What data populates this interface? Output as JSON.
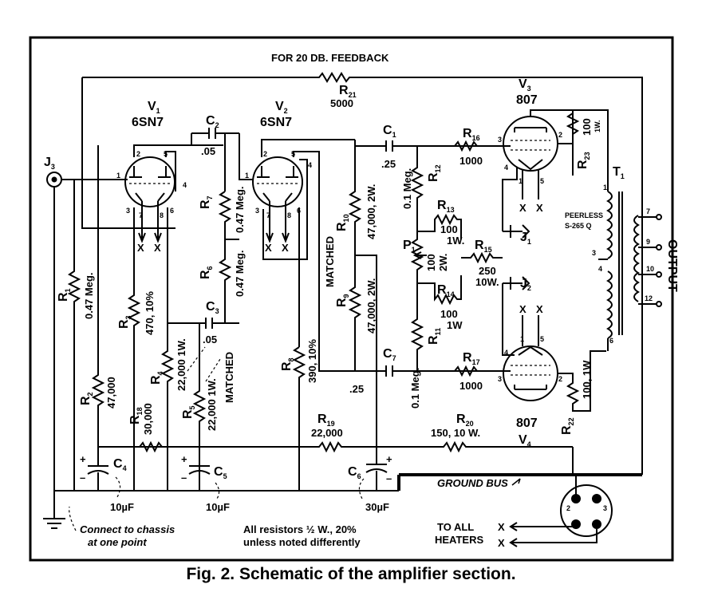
{
  "caption": "Fig. 2. Schematic of the amplifier section.",
  "feedback_label": "FOR 20 DB. FEEDBACK",
  "tubes": [
    {
      "ref": "V",
      "sub": "1",
      "type": "6SN7"
    },
    {
      "ref": "V",
      "sub": "2",
      "type": "6SN7"
    },
    {
      "ref": "V",
      "sub": "3",
      "type": "807"
    },
    {
      "ref": "V",
      "sub": "4",
      "type": "807"
    }
  ],
  "resistors": [
    {
      "ref": "R",
      "sub": "1",
      "value": "0.47 Meg."
    },
    {
      "ref": "R",
      "sub": "2",
      "value": "47,000"
    },
    {
      "ref": "R",
      "sub": "3",
      "value": "470, 10%"
    },
    {
      "ref": "R",
      "sub": "4",
      "value": "22,000 1W."
    },
    {
      "ref": "R",
      "sub": "5",
      "value": "22,000 1W."
    },
    {
      "ref": "R",
      "sub": "6",
      "value": "0.47 Meg."
    },
    {
      "ref": "R",
      "sub": "7",
      "value": "0.47 Meg."
    },
    {
      "ref": "R",
      "sub": "8",
      "value": "390, 10%"
    },
    {
      "ref": "R",
      "sub": "9",
      "value": "47,000, 2W."
    },
    {
      "ref": "R",
      "sub": "10",
      "value": "47,000, 2W."
    },
    {
      "ref": "R",
      "sub": "11",
      "value": "0.1 Meg."
    },
    {
      "ref": "R",
      "sub": "12",
      "value": "0.1 Meg."
    },
    {
      "ref": "R",
      "sub": "13",
      "value": "100",
      "rating": "1W."
    },
    {
      "ref": "R",
      "sub": "14",
      "value": "100",
      "rating": "1W"
    },
    {
      "ref": "R",
      "sub": "15",
      "value": "250",
      "rating": "10W."
    },
    {
      "ref": "R",
      "sub": "16",
      "value": "1000"
    },
    {
      "ref": "R",
      "sub": "17",
      "value": "1000"
    },
    {
      "ref": "R",
      "sub": "18",
      "value": "30,000"
    },
    {
      "ref": "R",
      "sub": "19",
      "value": "22,000"
    },
    {
      "ref": "R",
      "sub": "20",
      "value": "150, 10 W."
    },
    {
      "ref": "R",
      "sub": "21",
      "value": "5000"
    },
    {
      "ref": "R",
      "sub": "22",
      "value": "100, 1W"
    },
    {
      "ref": "R",
      "sub": "23",
      "value": "100",
      "rating": "1W."
    }
  ],
  "capacitors": [
    {
      "ref": "C",
      "sub": "1",
      "value": ".25"
    },
    {
      "ref": "C",
      "sub": "2",
      "value": ".05"
    },
    {
      "ref": "C",
      "sub": "3",
      "value": ".05"
    },
    {
      "ref": "C",
      "sub": "4",
      "value": "10µF"
    },
    {
      "ref": "C",
      "sub": "5",
      "value": "10µF"
    },
    {
      "ref": "C",
      "sub": "6",
      "value": "30µF"
    },
    {
      "ref": "C",
      "sub": "7",
      "value": ".25"
    }
  ],
  "pot": {
    "ref": "P",
    "sub": "1",
    "value": "100",
    "rating": "2W."
  },
  "jacks": [
    {
      "ref": "J",
      "sub": "1"
    },
    {
      "ref": "J",
      "sub": "2"
    },
    {
      "ref": "J",
      "sub": "3"
    }
  ],
  "transformer": {
    "ref": "T",
    "sub": "1",
    "make": "PEERLESS",
    "model": "S-265 Q",
    "output_label": "OUTPUT",
    "taps": [
      "7",
      "9",
      "10",
      "12"
    ]
  },
  "matched_label": "MATCHED",
  "ground_bus_label": "GROUND BUS",
  "chassis_note": [
    "Connect to chassis",
    "at one point"
  ],
  "resistor_note": [
    "All resistors ½ W., 20%",
    "unless noted differently"
  ],
  "heaters_label": [
    "TO ALL",
    "HEATERS"
  ],
  "pin_labels": {
    "x": "X",
    "plus": "+",
    "minus": "–"
  },
  "socket_pins": [
    "2",
    "3"
  ]
}
